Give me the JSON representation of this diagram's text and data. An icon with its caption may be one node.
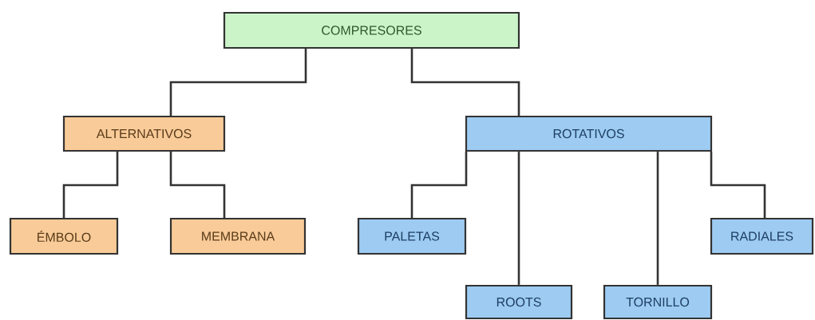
{
  "diagram": {
    "nodes": [
      {
        "text": [
          "COMPRESORES"
        ]
      },
      {
        "text": [
          "ALTERNATIVOS"
        ]
      },
      {
        "text": [
          "ROTATIVOS"
        ]
      },
      {
        "text": [
          "ÉMBOLO"
        ]
      },
      {
        "text": [
          "MEMBRANA"
        ]
      },
      {
        "text": [
          "PALETAS"
        ]
      },
      {
        "text": [
          "ROOTS"
        ]
      },
      {
        "text": [
          "TORNILLO"
        ]
      },
      {
        "text": [
          "RADIALES"
        ]
      }
    ],
    "edges": [
      {
        "from": 0,
        "to": 1,
        "arrow": "none"
      },
      {
        "from": 0,
        "to": 2,
        "arrow": "none"
      },
      {
        "from": 1,
        "to": 3,
        "arrow": "none"
      },
      {
        "from": 1,
        "to": 4,
        "arrow": "none"
      },
      {
        "from": 2,
        "to": 5,
        "arrow": "none"
      },
      {
        "from": 2,
        "to": 6,
        "arrow": "none"
      },
      {
        "from": 2,
        "to": 7,
        "arrow": "none"
      },
      {
        "from": 2,
        "to": 8,
        "arrow": "none"
      }
    ]
  }
}
